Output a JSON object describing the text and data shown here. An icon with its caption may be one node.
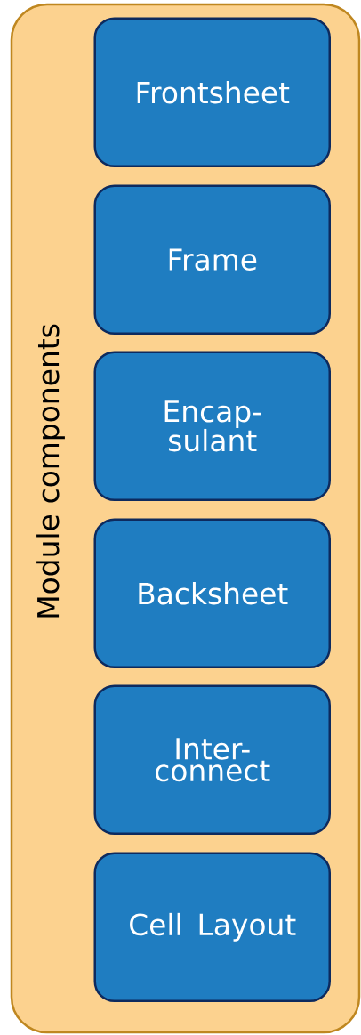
{
  "diagram": {
    "nodes": [
      {
        "text": [
          "Module components"
        ]
      },
      {
        "text": [
          "Frontsheet"
        ],
        "in": 0
      },
      {
        "text": [
          "Frame"
        ],
        "in": 0
      },
      {
        "text": [
          "Encap- sulant"
        ],
        "in": 0
      },
      {
        "text": [
          "Backsheet"
        ],
        "in": 0
      },
      {
        "text": [
          "Inter- connect"
        ],
        "in": 0
      },
      {
        "text": [
          "Cell Layout"
        ],
        "in": 0
      }
    ]
  }
}
